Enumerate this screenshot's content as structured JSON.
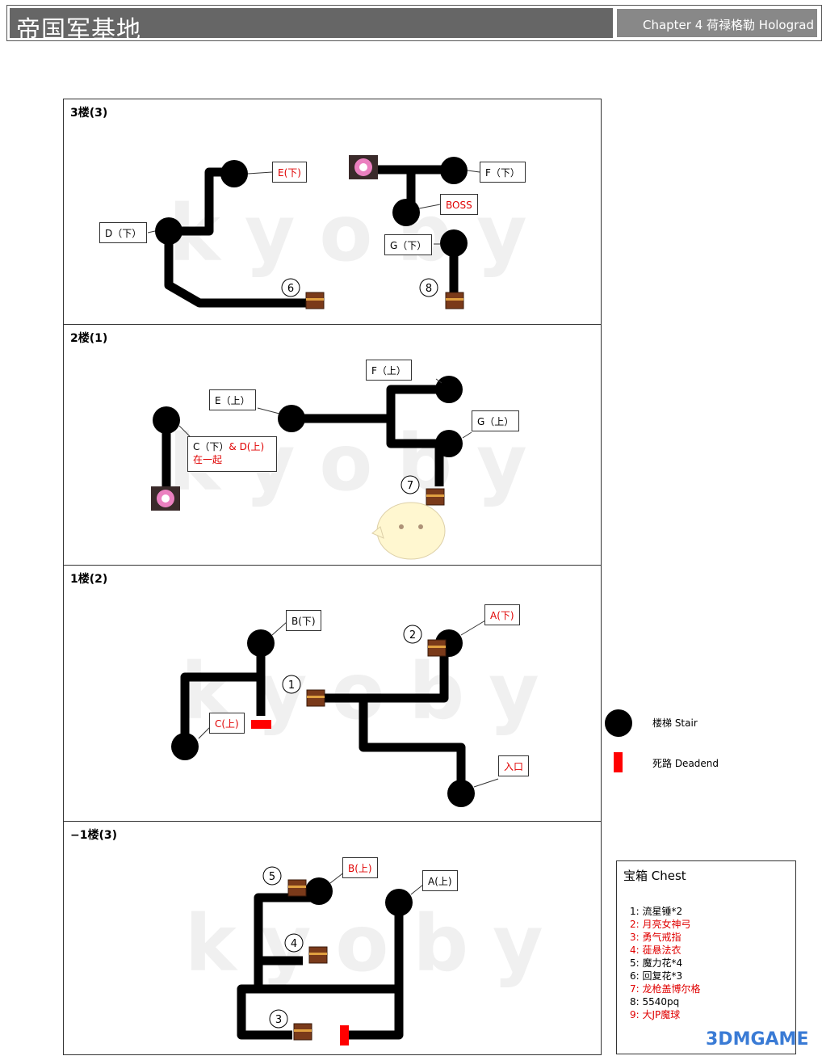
{
  "header": {
    "title": "帝国军基地",
    "subtitle": "Chapter 4 荷禄格勒 Holograd"
  },
  "watermark": "kyoby",
  "floors": {
    "f3": {
      "label": "3楼(3)"
    },
    "f2": {
      "label": "2楼(1)"
    },
    "f1": {
      "label": "1楼(2)"
    },
    "b1": {
      "label": "−1楼(3)"
    }
  },
  "labels": {
    "f3_e": "E(下)",
    "f3_d": "D（下）",
    "f3_f": "F（下）",
    "f3_boss": "BOSS",
    "f3_g": "G（下）",
    "f2_f": "F（上）",
    "f2_e": "E（上）",
    "f2_g": "G（上）",
    "f2_cd1": "C（下）",
    "f2_cd2": "& D(上)",
    "f2_cd3": "在一起",
    "f1_b": "B(下)",
    "f1_a": "A(下)",
    "f1_c": "C(上)",
    "f1_entry": "入口",
    "b1_b": "B(上)",
    "b1_a": "A(上)"
  },
  "chest_numbers": [
    "1",
    "2",
    "3",
    "4",
    "5",
    "6",
    "7",
    "8"
  ],
  "legend": {
    "stair": "楼梯 Stair",
    "deadend": "死路 Deadend"
  },
  "chest": {
    "title": "宝箱 Chest",
    "items": [
      {
        "text": "1: 流星锤*2",
        "red": false
      },
      {
        "text": "2: 月亮女神弓",
        "red": true
      },
      {
        "text": "3: 勇气戒指",
        "red": true
      },
      {
        "text": "4: 蓰悬法衣",
        "red": true
      },
      {
        "text": "5: 魔力花*4",
        "red": false
      },
      {
        "text": "6: 回复花*3",
        "red": false
      },
      {
        "text": "7: 龙枪盖博尔格",
        "red": true
      },
      {
        "text": "8: 5540pq",
        "red": false
      },
      {
        "text": "9: 大JP魔球",
        "red": true
      }
    ]
  },
  "footer": {
    "logo": "3DMGAME"
  },
  "colors": {
    "path": "#000000",
    "red_text": "#e00000",
    "deadend": "#ff0000",
    "header_bg": "#666666"
  }
}
